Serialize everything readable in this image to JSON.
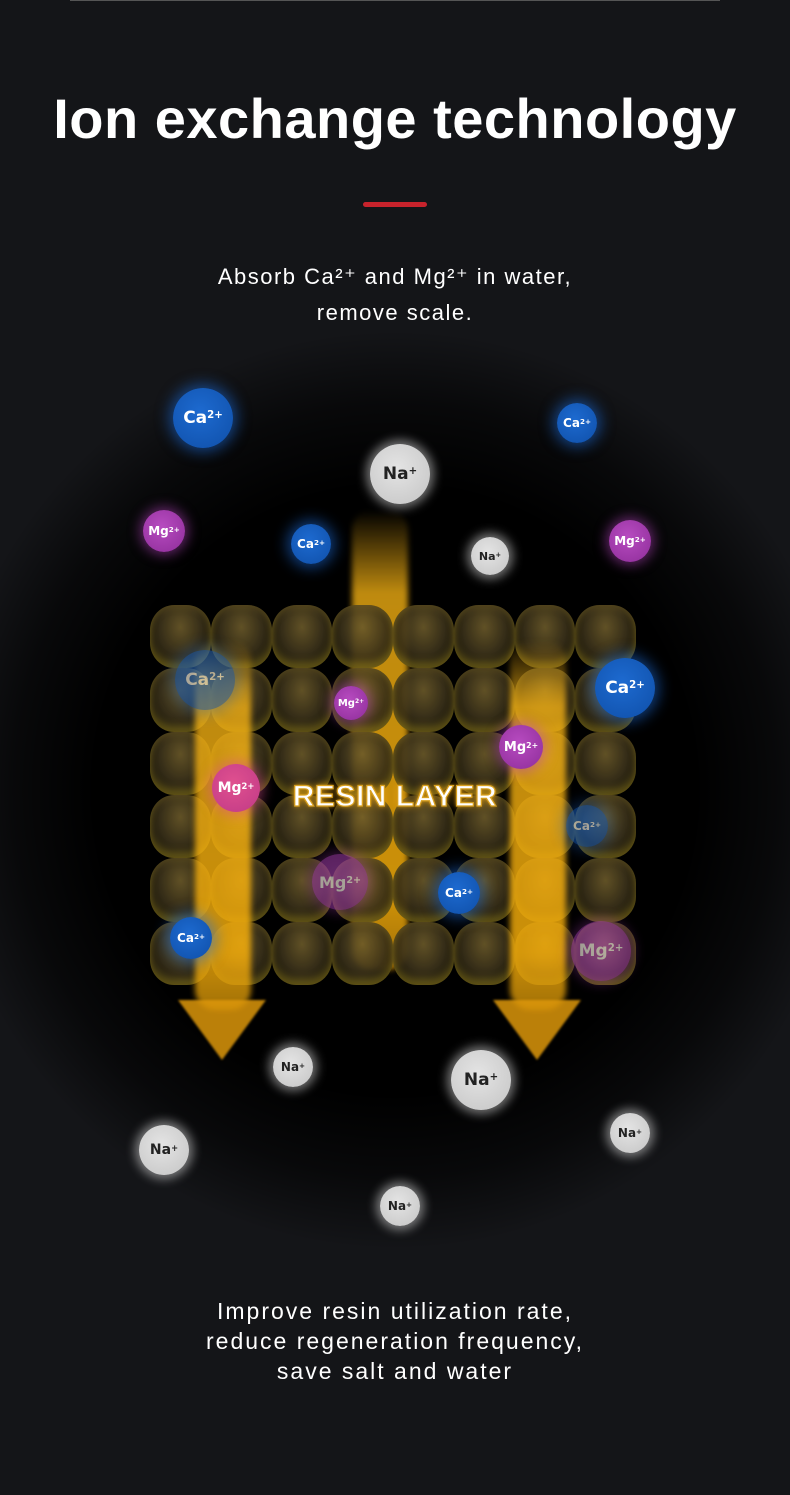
{
  "header": {
    "title": "Ion exchange technology",
    "subtitle_line1": "Absorb Ca²⁺ and Mg²⁺ in water,",
    "subtitle_line2": "remove scale."
  },
  "diagram": {
    "resin_label": "RESIN LAYER",
    "ion_labels": {
      "ca": "Ca",
      "mg": "Mg",
      "na": "Na",
      "charge2": "2+",
      "charge1": "+"
    }
  },
  "footer": {
    "line1": "Improve resin utilization rate,",
    "line2": "reduce regeneration frequency,",
    "line3": "save salt and water"
  },
  "colors": {
    "accent": "#c8232c",
    "calcium": "#1a5fc0",
    "magnesium": "#a33bb0",
    "sodium": "#d4d4d4",
    "resin_flow": "#ffb814"
  }
}
